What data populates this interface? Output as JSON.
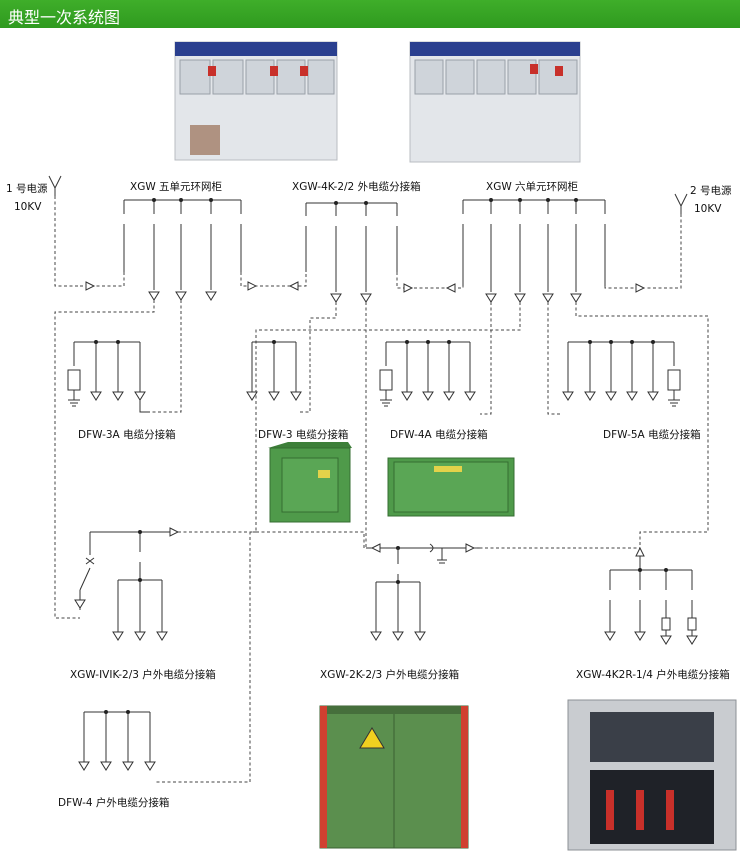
{
  "header": {
    "title": "典型一次系统图"
  },
  "sources": {
    "left": {
      "name": "1 号电源",
      "voltage": "10KV"
    },
    "right": {
      "name": "2 号电源",
      "voltage": "10KV"
    }
  },
  "units": {
    "xgw5": "XGW 五单元环网柜",
    "xgw4k22": "XGW-4K-2/2 外电缆分接箱",
    "xgw6": "XGW 六单元环网柜",
    "dfw3a": "DFW-3A 电缆分接箱",
    "dfw3": "DFW-3 电缆分接箱",
    "dfw4a": "DFW-4A 电缆分接箱",
    "dfw5a": "DFW-5A 电缆分接箱",
    "xgwivik": "XGW-IVIK-2/3 户外电缆分接箱",
    "xgw2k": "XGW-2K-2/3 户外电缆分接箱",
    "xgw4k2r": "XGW-4K2R-1/4 户外电缆分接箱",
    "dfw4": "DFW-4 户外电缆分接箱"
  },
  "colors": {
    "header": "#3fae2a",
    "cabinet_body": "#e6e8ea",
    "box_green": "#4f9a4a",
    "accent_red": "#c8302a",
    "accent_blue": "#2a3f8f"
  }
}
